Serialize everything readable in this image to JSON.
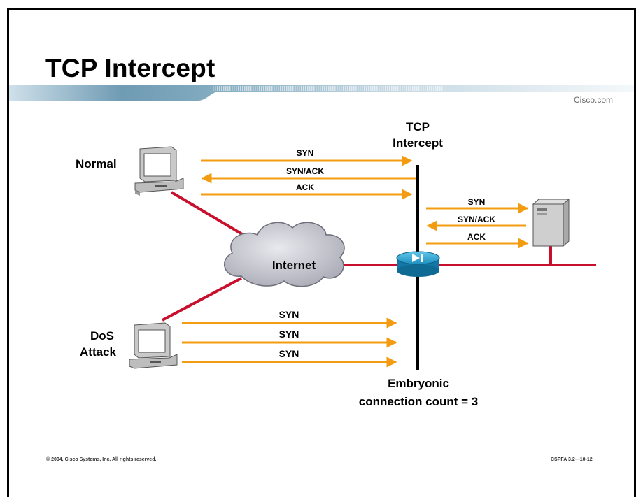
{
  "title": "TCP Intercept",
  "brand": "Cisco.com",
  "footer": {
    "copyright": "© 2004, Cisco Systems, Inc. All rights reserved.",
    "code": "CSPFA 3.2—10-12"
  },
  "hosts": {
    "normal": "Normal",
    "dos_line1": "DoS",
    "dos_line2": "Attack"
  },
  "internet": "Internet",
  "intercept": {
    "line1": "TCP",
    "line2": "Intercept"
  },
  "normal_handshake": [
    "SYN",
    "SYN/ACK",
    "ACK"
  ],
  "server_handshake": [
    "SYN",
    "SYN/ACK",
    "ACK"
  ],
  "attack_packets": [
    "SYN",
    "SYN",
    "SYN"
  ],
  "embryonic": {
    "line1": "Embryonic",
    "line2": "connection count = 3"
  },
  "colors": {
    "arrow": "#f39c12",
    "link": "#c8102e",
    "router": "#2aa8d8"
  }
}
